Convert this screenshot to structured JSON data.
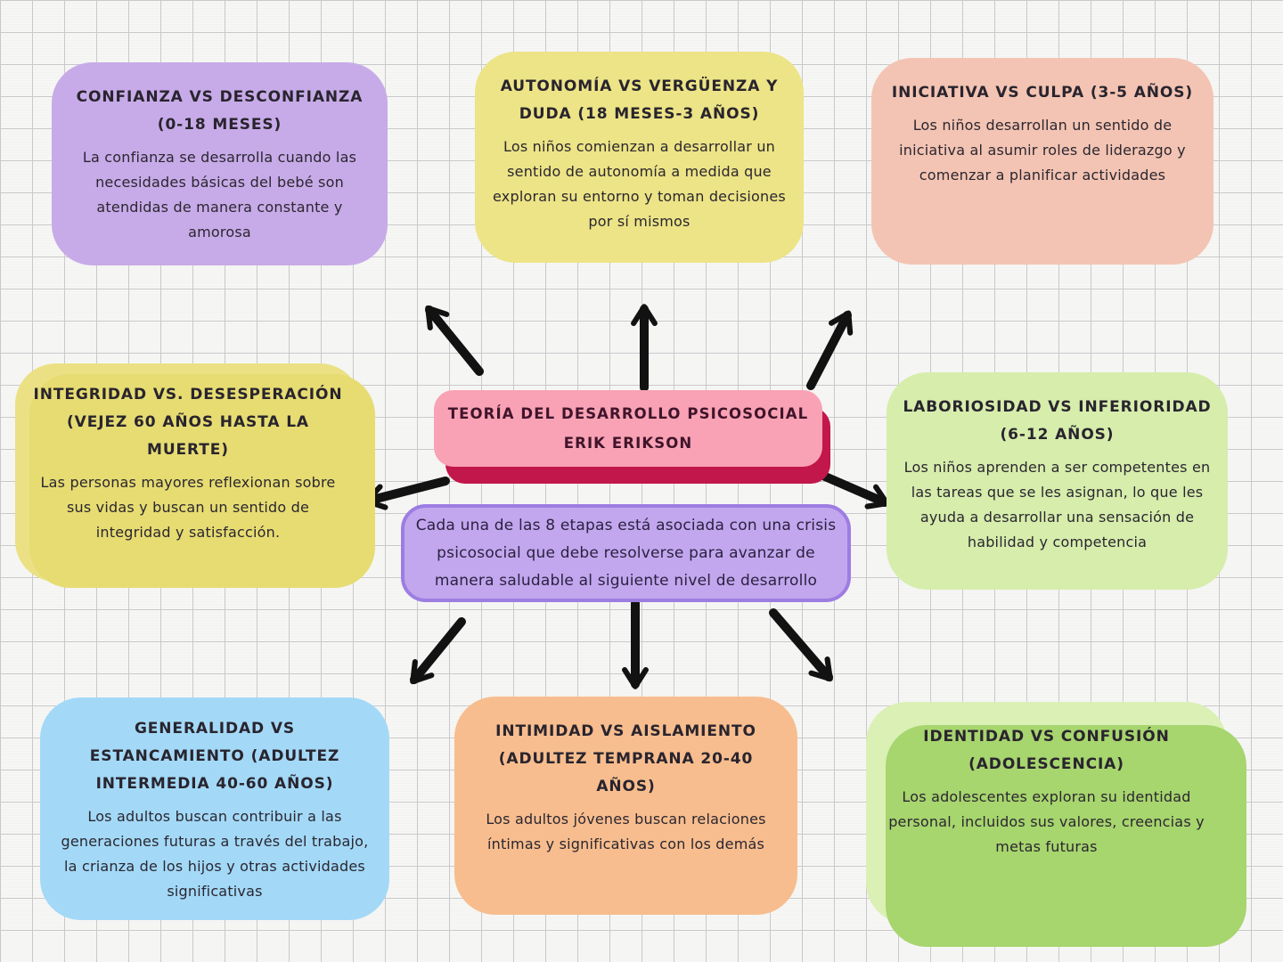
{
  "center": {
    "title_line1": "TEORÍA DEL DESARROLLO PSICOSOCIAL",
    "title_line2": "ERIK ERIKSON",
    "description": "Cada una de las 8 etapas está asociada con una crisis psicosocial que debe resolverse para avanzar de manera saludable al siguiente nivel de desarrollo"
  },
  "stages": [
    {
      "id": "confianza",
      "title": "CONFIANZA VS DESCONFIANZA (0-18 MESES)",
      "body": "La confianza se desarrolla cuando las necesidades básicas del bebé son atendidas de manera constante y amorosa",
      "color": "#c7abe8"
    },
    {
      "id": "autonomia",
      "title": "AUTONOMÍA VS VERGÜENZA Y DUDA (18 MESES-3 AÑOS)",
      "body": "Los niños comienzan a desarrollar un sentido de autonomía a medida que exploran su entorno y toman decisiones por sí mismos",
      "color": "#ece486"
    },
    {
      "id": "iniciativa",
      "title": "INICIATIVA VS CULPA (3-5 AÑOS)",
      "body": "Los niños desarrollan un sentido de iniciativa al asumir roles de liderazgo y comenzar a planificar actividades",
      "color": "#f3c4b3"
    },
    {
      "id": "integridad",
      "title": "INTEGRIDAD VS. DESESPERACIÓN (VEJEZ 60 AÑOS HASTA LA MUERTE)",
      "body": "Las personas mayores reflexionan sobre sus vidas y buscan un sentido de integridad y satisfacción.",
      "color": "#ebe184"
    },
    {
      "id": "laboriosidad",
      "title": "LABORIOSIDAD VS INFERIORIDAD (6-12 AÑOS)",
      "body": "Los niños aprenden a ser competentes en las tareas que se les asignan, lo que les ayuda a desarrollar una sensación de habilidad y competencia",
      "color": "#d6edac"
    },
    {
      "id": "generalidad",
      "title": "GENERALIDAD VS ESTANCAMIENTO (ADULTEZ INTERMEDIA 40-60 AÑOS)",
      "body": "Los adultos buscan contribuir a las generaciones futuras a través del trabajo, la crianza de los hijos y otras actividades significativas",
      "color": "#a3d9f7"
    },
    {
      "id": "intimidad",
      "title": "INTIMIDAD VS AISLAMIENTO (ADULTEZ TEMPRANA 20-40 AÑOS)",
      "body": "Los adultos jóvenes buscan relaciones íntimas y significativas con los demás",
      "color": "#f7bd8e"
    },
    {
      "id": "identidad",
      "title": "IDENTIDAD VS CONFUSIÓN (ADOLESCENCIA)",
      "body": "Los adolescentes exploran su identidad personal, incluidos sus valores, creencias y metas futuras",
      "color": "#dbf0b5"
    }
  ],
  "colors": {
    "center_pink": "#f9a2b5",
    "center_pink_shadow": "#c1174a",
    "description_fill": "#c2a7ee",
    "description_border": "#9d7de2",
    "integridad_shadow": "#e6dc72",
    "identidad_shadow": "#a7d56e",
    "arrow": "#121212",
    "background": "#f6f6f4",
    "grid_line": "#c9c9cc"
  }
}
